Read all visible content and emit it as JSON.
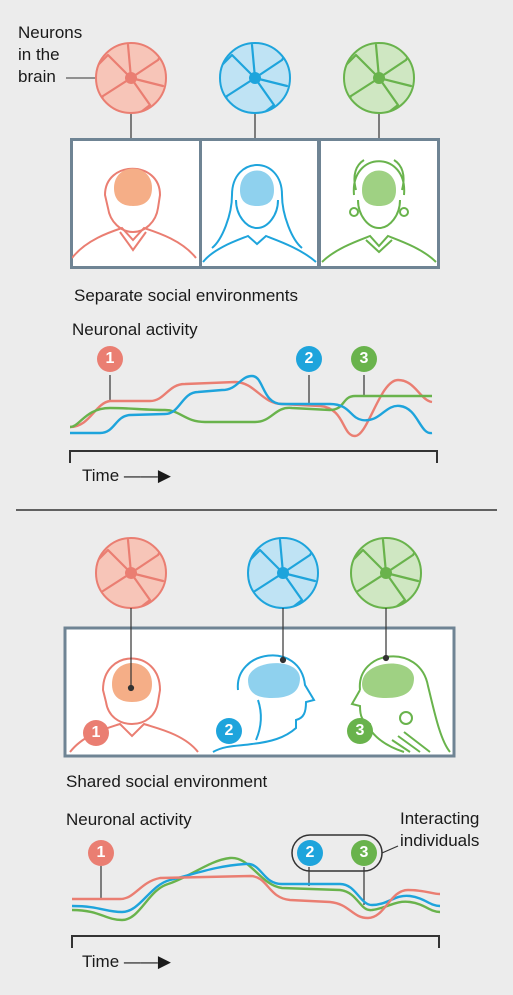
{
  "colors": {
    "red": "#ea7e72",
    "blue": "#1ea4dc",
    "green": "#69b34c",
    "frame": "#6f8494",
    "background": "#ececec"
  },
  "top_panel": {
    "neurons_label": "Neurons\nin the\nbrain",
    "environment_label": "Separate social environments",
    "activity_label": "Neuronal activity",
    "time_label": "Time ——▶",
    "badges": [
      "1",
      "2",
      "3"
    ]
  },
  "bottom_panel": {
    "environment_label": "Shared social environment",
    "activity_label": "Neuronal activity",
    "interacting_label": "Interacting\nindividuals",
    "time_label": "Time ——▶",
    "badges": [
      "1",
      "2",
      "3"
    ]
  }
}
